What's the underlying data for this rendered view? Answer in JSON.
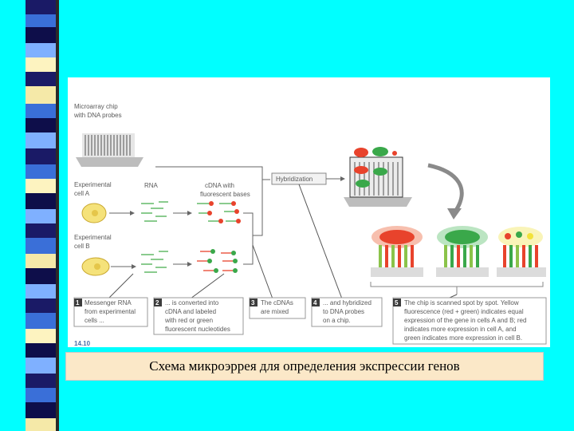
{
  "diagram": {
    "chip_label_1": "Microarray chip",
    "chip_label_2": "with DNA probes",
    "cell_a_label_1": "Experimental",
    "cell_a_label_2": "cell A",
    "cell_b_label_1": "Experimental",
    "cell_b_label_2": "cell B",
    "rna_label": "RNA",
    "cdna_label_1": "cDNA with",
    "cdna_label_2": "fluorescent bases",
    "hybridization_label": "Hybridization",
    "figure_number": "14.10",
    "steps": [
      {
        "num": "1",
        "lines": [
          "Messenger RNA",
          "from experimental",
          "cells ..."
        ]
      },
      {
        "num": "2",
        "lines": [
          "... is converted into",
          "cDNA and labeled",
          "with red or green",
          "fluorescent nucleotides"
        ]
      },
      {
        "num": "3",
        "lines": [
          "The cDNAs",
          "are mixed"
        ]
      },
      {
        "num": "4",
        "lines": [
          "... and hybridized",
          "to DNA probes",
          "on a chip."
        ]
      },
      {
        "num": "5",
        "lines": [
          "The chip is scanned spot by spot. Yellow",
          "fluorescence (red + green) indicates equal",
          "expression of the gene in cells A and B; red",
          "indicates more expression in cell A, and",
          "green indicates more expression in cell B."
        ]
      }
    ]
  },
  "caption": "Схема микроэррея для определения экспрессии генов",
  "colors": {
    "background": "#00ffff",
    "red_label": "#e8432c",
    "green_label": "#3aa84a",
    "yellow": "#f2e23a",
    "step_badge": "#3c3c3c"
  }
}
